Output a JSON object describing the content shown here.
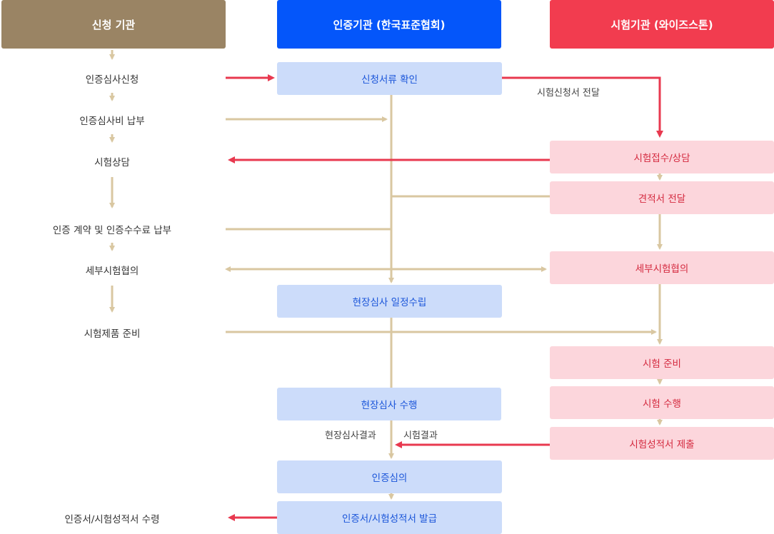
{
  "headers": {
    "applicant": "신청 기관",
    "certifier": "인증기관 (한국표준협회)",
    "tester": "시험기관 (와이즈스톤)"
  },
  "applicant_steps": [
    "인증심사신청",
    "인증심사비 납부",
    "시험상담",
    "인증 계약 및 인증수수료 납부",
    "세부시험협의",
    "시험제품 준비",
    "인증서/시험성적서 수령"
  ],
  "certifier_boxes": [
    "신청서류 확인",
    "현장심사 일정수립",
    "현장심사 수행",
    "인증심의",
    "인증서/시험성적서 발급"
  ],
  "tester_boxes": [
    "시험접수/상담",
    "견적서 전달",
    "세부시험협의",
    "시험 준비",
    "시험 수행",
    "시험성적서 제출"
  ],
  "notes": {
    "send_application": "시험신청서 전달",
    "audit_result": "현장심사결과",
    "test_result": "시험결과"
  },
  "colors": {
    "applicant_header": "#9a8464",
    "certifier_header": "#0456fa",
    "tester_header": "#f23c4f",
    "connector": "#d9c7a1",
    "red_arrow": "#e8394f"
  }
}
